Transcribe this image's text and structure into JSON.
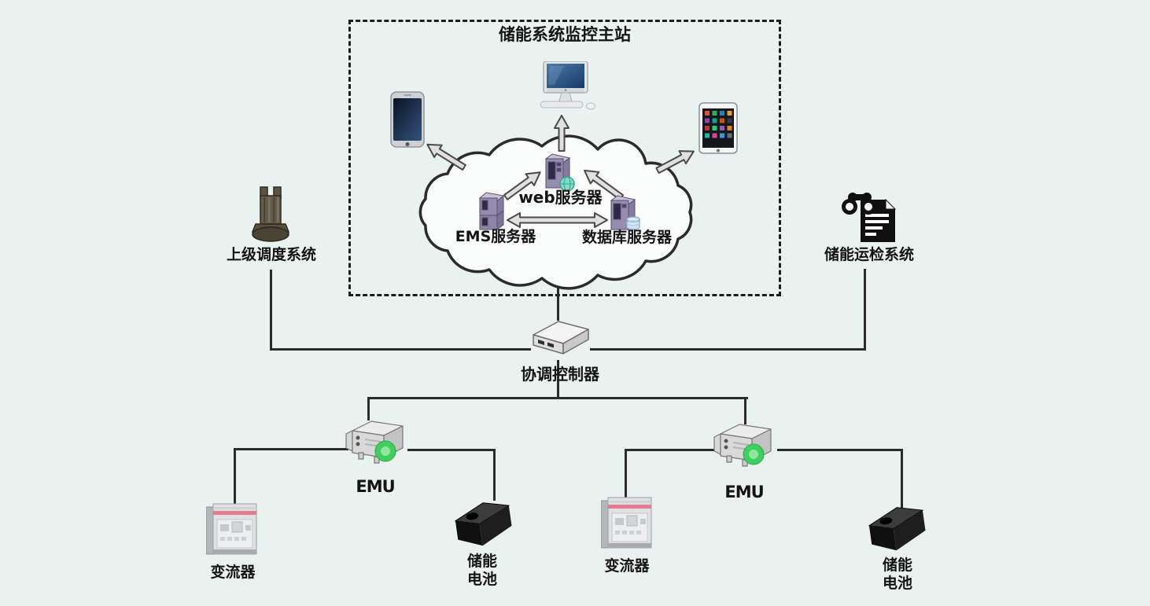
{
  "colors": {
    "background": "#e9f2ef",
    "line": "#2b2b2b",
    "dashed_border": "#1d1d1d",
    "cloud_fill": "#f9fcfa",
    "arrow_fill": "#e0e0e0",
    "server_purple": "#968cb0",
    "globe_teal": "#7fdcc8",
    "database_blue": "#cfe3f2",
    "emu_badge_green": "#3fcf5e",
    "converter_stripe": "#e57b90",
    "battery_black": "#101010",
    "screen_blue": "#2f5f98"
  },
  "icons": {
    "monitor": "desktop-computer",
    "phone": "smartphone",
    "tablet": "tablet",
    "cloud": "network-cloud",
    "web_server": "server-tower-with-globe",
    "ems_server": "stacked-server",
    "db_server": "server-with-database",
    "dispatch": "dispatch-tower",
    "inspection": "binoculars-over-document",
    "coordinator": "controller-box",
    "emu": "rack-device-with-green-recycle-badge",
    "converter": "converter-cabinet",
    "battery": "black-battery-block",
    "arrows": "3d-outline-arrows"
  },
  "station": {
    "title": "储能系统监控主站",
    "cloud": {
      "web_server": "web服务器",
      "ems_server": "EMS服务器",
      "db_server": "数据库服务器"
    }
  },
  "dispatch": {
    "label": "上级调度系统"
  },
  "inspection": {
    "label": "储能运检系统"
  },
  "coordinator": {
    "label": "协调控制器"
  },
  "emu_left": {
    "label": "EMU"
  },
  "emu_right": {
    "label": "EMU"
  },
  "converter_left": {
    "label": "变流器"
  },
  "converter_right": {
    "label": "变流器"
  },
  "battery_left": {
    "line1": "储能",
    "line2": "电池"
  },
  "battery_right": {
    "line1": "储能",
    "line2": "电池"
  }
}
